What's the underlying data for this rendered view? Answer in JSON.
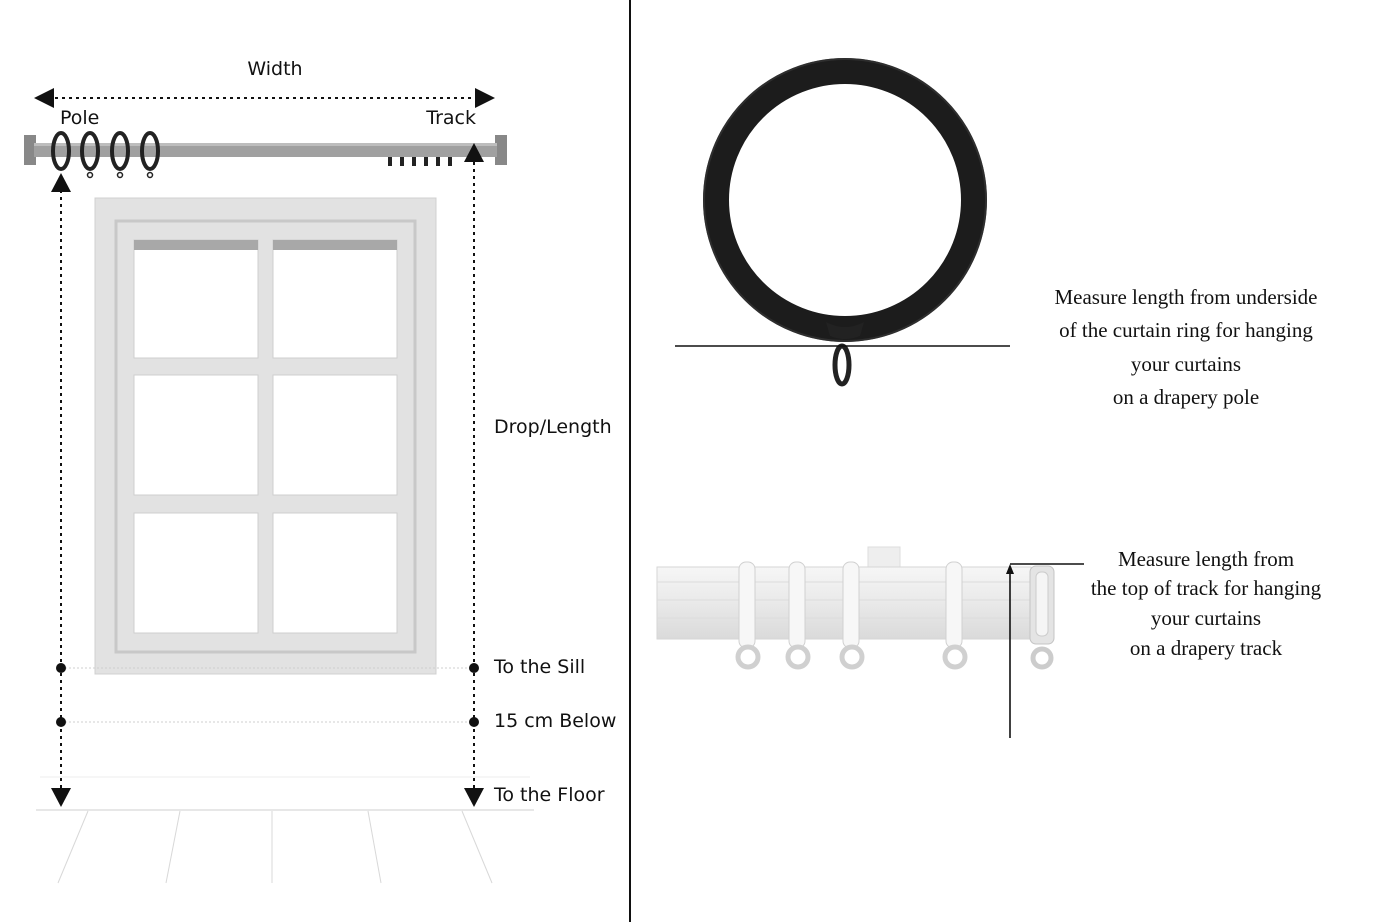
{
  "left_panel": {
    "width_label": "Width",
    "pole_label": "Pole",
    "track_label": "Track",
    "drop_label": "Drop/Length",
    "sill_label": "To the Sill",
    "below_label": "15 cm Below",
    "floor_label": "To the Floor"
  },
  "right_panel": {
    "ring_note": {
      "lines": [
        "Measure length from underside",
        "of the curtain ring for hanging",
        "your curtains",
        "on a drapery pole"
      ]
    },
    "track_note": {
      "lines": [
        "Measure length from",
        "the top of track for hanging",
        "your curtains",
        "on a drapery track"
      ]
    }
  },
  "colors": {
    "ink": "#111111",
    "pole": "#9a9a9a",
    "window_frame": "#e2e2e2",
    "ring": "#222222",
    "track": "#eeeeee"
  }
}
